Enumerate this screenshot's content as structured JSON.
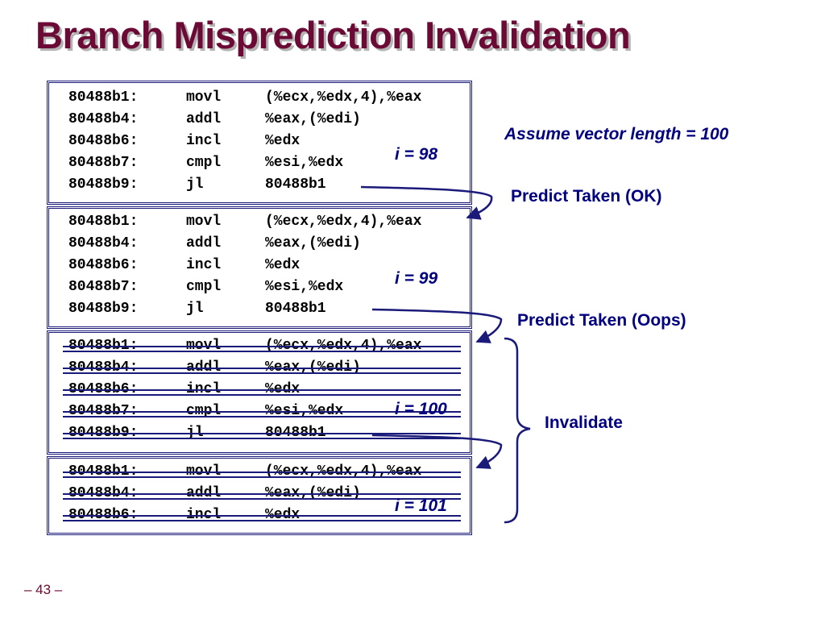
{
  "title": "Branch Misprediction Invalidation",
  "blocks": [
    {
      "iteration_label": "i = 98",
      "invalidated": false,
      "lines": [
        {
          "addr": "80488b1:",
          "op": "movl",
          "args": "(%ecx,%edx,4),%eax"
        },
        {
          "addr": "80488b4:",
          "op": "addl",
          "args": "%eax,(%edi)"
        },
        {
          "addr": "80488b6:",
          "op": "incl",
          "args": "%edx"
        },
        {
          "addr": "80488b7:",
          "op": "cmpl",
          "args": "%esi,%edx"
        },
        {
          "addr": "80488b9:",
          "op": "jl",
          "args": "80488b1"
        }
      ]
    },
    {
      "iteration_label": "i = 99",
      "invalidated": false,
      "lines": [
        {
          "addr": "80488b1:",
          "op": "movl",
          "args": "(%ecx,%edx,4),%eax"
        },
        {
          "addr": "80488b4:",
          "op": "addl",
          "args": "%eax,(%edi)"
        },
        {
          "addr": "80488b6:",
          "op": "incl",
          "args": "%edx"
        },
        {
          "addr": "80488b7:",
          "op": "cmpl",
          "args": "%esi,%edx"
        },
        {
          "addr": "80488b9:",
          "op": "jl",
          "args": "80488b1"
        }
      ]
    },
    {
      "iteration_label": "i = 100",
      "invalidated": true,
      "lines": [
        {
          "addr": "80488b1:",
          "op": "movl",
          "args": "(%ecx,%edx,4),%eax"
        },
        {
          "addr": "80488b4:",
          "op": "addl",
          "args": "%eax,(%edi)"
        },
        {
          "addr": "80488b6:",
          "op": "incl",
          "args": "%edx"
        },
        {
          "addr": "80488b7:",
          "op": "cmpl",
          "args": "%esi,%edx"
        },
        {
          "addr": "80488b9:",
          "op": "jl",
          "args": "80488b1"
        }
      ]
    },
    {
      "iteration_label": "i = 101",
      "invalidated": true,
      "lines": [
        {
          "addr": "80488b1:",
          "op": "movl",
          "args": "(%ecx,%edx,4),%eax"
        },
        {
          "addr": "80488b4:",
          "op": "addl",
          "args": "%eax,(%edi)"
        },
        {
          "addr": "80488b6:",
          "op": "incl",
          "args": "%edx"
        }
      ]
    }
  ],
  "notes": {
    "assumption": "Assume vector length = 100",
    "predict_ok": "Predict Taken (OK)",
    "predict_oops": "Predict Taken (Oops)",
    "invalidate": "Invalidate"
  },
  "page_number": "– 43 –",
  "colors": {
    "title": "#6b0a35",
    "title_shadow": "#b3b3b3",
    "annotation": "#000080",
    "box_border": "#1a1a7a"
  }
}
